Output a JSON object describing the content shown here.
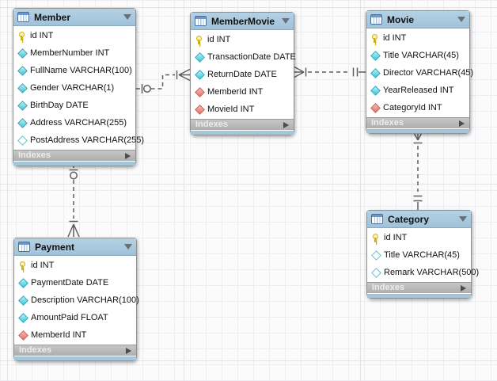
{
  "diagram": {
    "tables": [
      {
        "name": "Member",
        "footer_label": "Indexes",
        "columns": [
          {
            "icon": "primary-key-icon",
            "text": "id INT"
          },
          {
            "icon": "column-notnull-icon",
            "text": "MemberNumber INT"
          },
          {
            "icon": "column-notnull-icon",
            "text": "FullName VARCHAR(100)"
          },
          {
            "icon": "column-notnull-icon",
            "text": "Gender VARCHAR(1)"
          },
          {
            "icon": "column-notnull-icon",
            "text": "BirthDay DATE"
          },
          {
            "icon": "column-notnull-icon",
            "text": "Address VARCHAR(255)"
          },
          {
            "icon": "column-nullable-icon",
            "text": "PostAddress VARCHAR(255)"
          }
        ]
      },
      {
        "name": "MemberMovie",
        "footer_label": "Indexes",
        "columns": [
          {
            "icon": "primary-key-icon",
            "text": "id INT"
          },
          {
            "icon": "column-notnull-icon",
            "text": "TransactionDate DATE"
          },
          {
            "icon": "column-notnull-icon",
            "text": "ReturnDate DATE"
          },
          {
            "icon": "foreign-key-icon",
            "text": "MemberId INT"
          },
          {
            "icon": "foreign-key-icon",
            "text": "MovieId INT"
          }
        ]
      },
      {
        "name": "Movie",
        "footer_label": "Indexes",
        "columns": [
          {
            "icon": "primary-key-icon",
            "text": "id INT"
          },
          {
            "icon": "column-notnull-icon",
            "text": "Title VARCHAR(45)"
          },
          {
            "icon": "column-notnull-icon",
            "text": "Director VARCHAR(45)"
          },
          {
            "icon": "column-notnull-icon",
            "text": "YearReleased INT"
          },
          {
            "icon": "foreign-key-icon",
            "text": "CategoryId INT"
          }
        ]
      },
      {
        "name": "Payment",
        "footer_label": "Indexes",
        "columns": [
          {
            "icon": "primary-key-icon",
            "text": "id INT"
          },
          {
            "icon": "column-notnull-icon",
            "text": "PaymentDate DATE"
          },
          {
            "icon": "column-notnull-icon",
            "text": "Description VARCHAR(100)"
          },
          {
            "icon": "column-notnull-icon",
            "text": "AmountPaid FLOAT"
          },
          {
            "icon": "foreign-key-icon",
            "text": "MemberId INT"
          }
        ]
      },
      {
        "name": "Category",
        "footer_label": "Indexes",
        "columns": [
          {
            "icon": "primary-key-icon",
            "text": "id INT"
          },
          {
            "icon": "column-nullable-icon",
            "text": "Title VARCHAR(45)"
          },
          {
            "icon": "column-nullable-icon",
            "text": "Remark VARCHAR(500)"
          }
        ]
      }
    ],
    "relationships": [
      {
        "id": "member_membermovie",
        "from_table": "Member",
        "to_table": "MemberMovie",
        "from_cardinality": "zero-or-one",
        "to_cardinality": "one-or-many",
        "line_style": "dashed"
      },
      {
        "id": "membermovie_movie",
        "from_table": "MemberMovie",
        "to_table": "Movie",
        "from_cardinality": "one-or-many",
        "to_cardinality": "exactly-one",
        "line_style": "dashed"
      },
      {
        "id": "movie_category",
        "from_table": "Movie",
        "to_table": "Category",
        "from_cardinality": "one-or-many",
        "to_cardinality": "exactly-one",
        "line_style": "dashed"
      },
      {
        "id": "member_payment",
        "from_table": "Member",
        "to_table": "Payment",
        "from_cardinality": "zero-or-one",
        "to_cardinality": "one-or-many",
        "line_style": "dashed"
      }
    ],
    "colors": {
      "table_header": "#a9c7dc",
      "table_bottom_strip": "#a4c6db",
      "indexes_bar": "#b6b6b6",
      "primary_key_icon": "#d3af17",
      "column_notnull_icon": "#3cc6da",
      "foreign_key_icon": "#dd7468",
      "connector_line": "#5e5e5e",
      "grid_line": "#ededf1"
    }
  }
}
